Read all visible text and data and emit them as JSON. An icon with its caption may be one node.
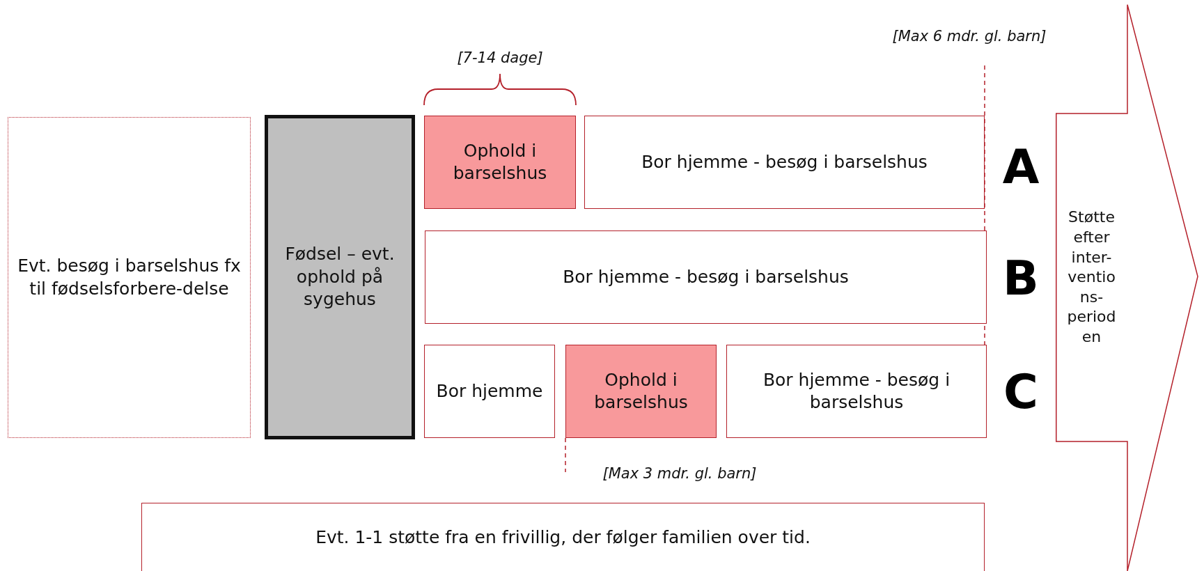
{
  "diagram": {
    "nodes": [
      {
        "text": [
          "Evt. besøg i barselshus fx til fødselsforbere-delse"
        ]
      },
      {
        "text": [
          "Fødsel – evt. ophold på sygehus"
        ]
      },
      {
        "text": [
          "Ophold i barselshus"
        ],
        "beside": [
          "[7-14 dage]"
        ]
      },
      {
        "text": [
          "Bor hjemme - besøg i barselshus"
        ]
      },
      {
        "text": [
          "Bor hjemme - besøg i barselshus"
        ]
      },
      {
        "text": [
          "Bor hjemme"
        ]
      },
      {
        "text": [
          "Ophold i barselshus"
        ]
      },
      {
        "text": [
          "Bor hjemme - besøg i barselshus"
        ]
      },
      {
        "text": [
          "Støtte efter inter-ventio ns-period en"
        ]
      },
      {
        "text": [
          "Evt. 1-1 støtte fra en frivillig, der følger familien over tid."
        ]
      }
    ],
    "labels": [
      "[Max 6 mdr. gl. barn]",
      "A",
      "B",
      "C",
      "[Max 3 mdr. gl. barn]"
    ]
  }
}
